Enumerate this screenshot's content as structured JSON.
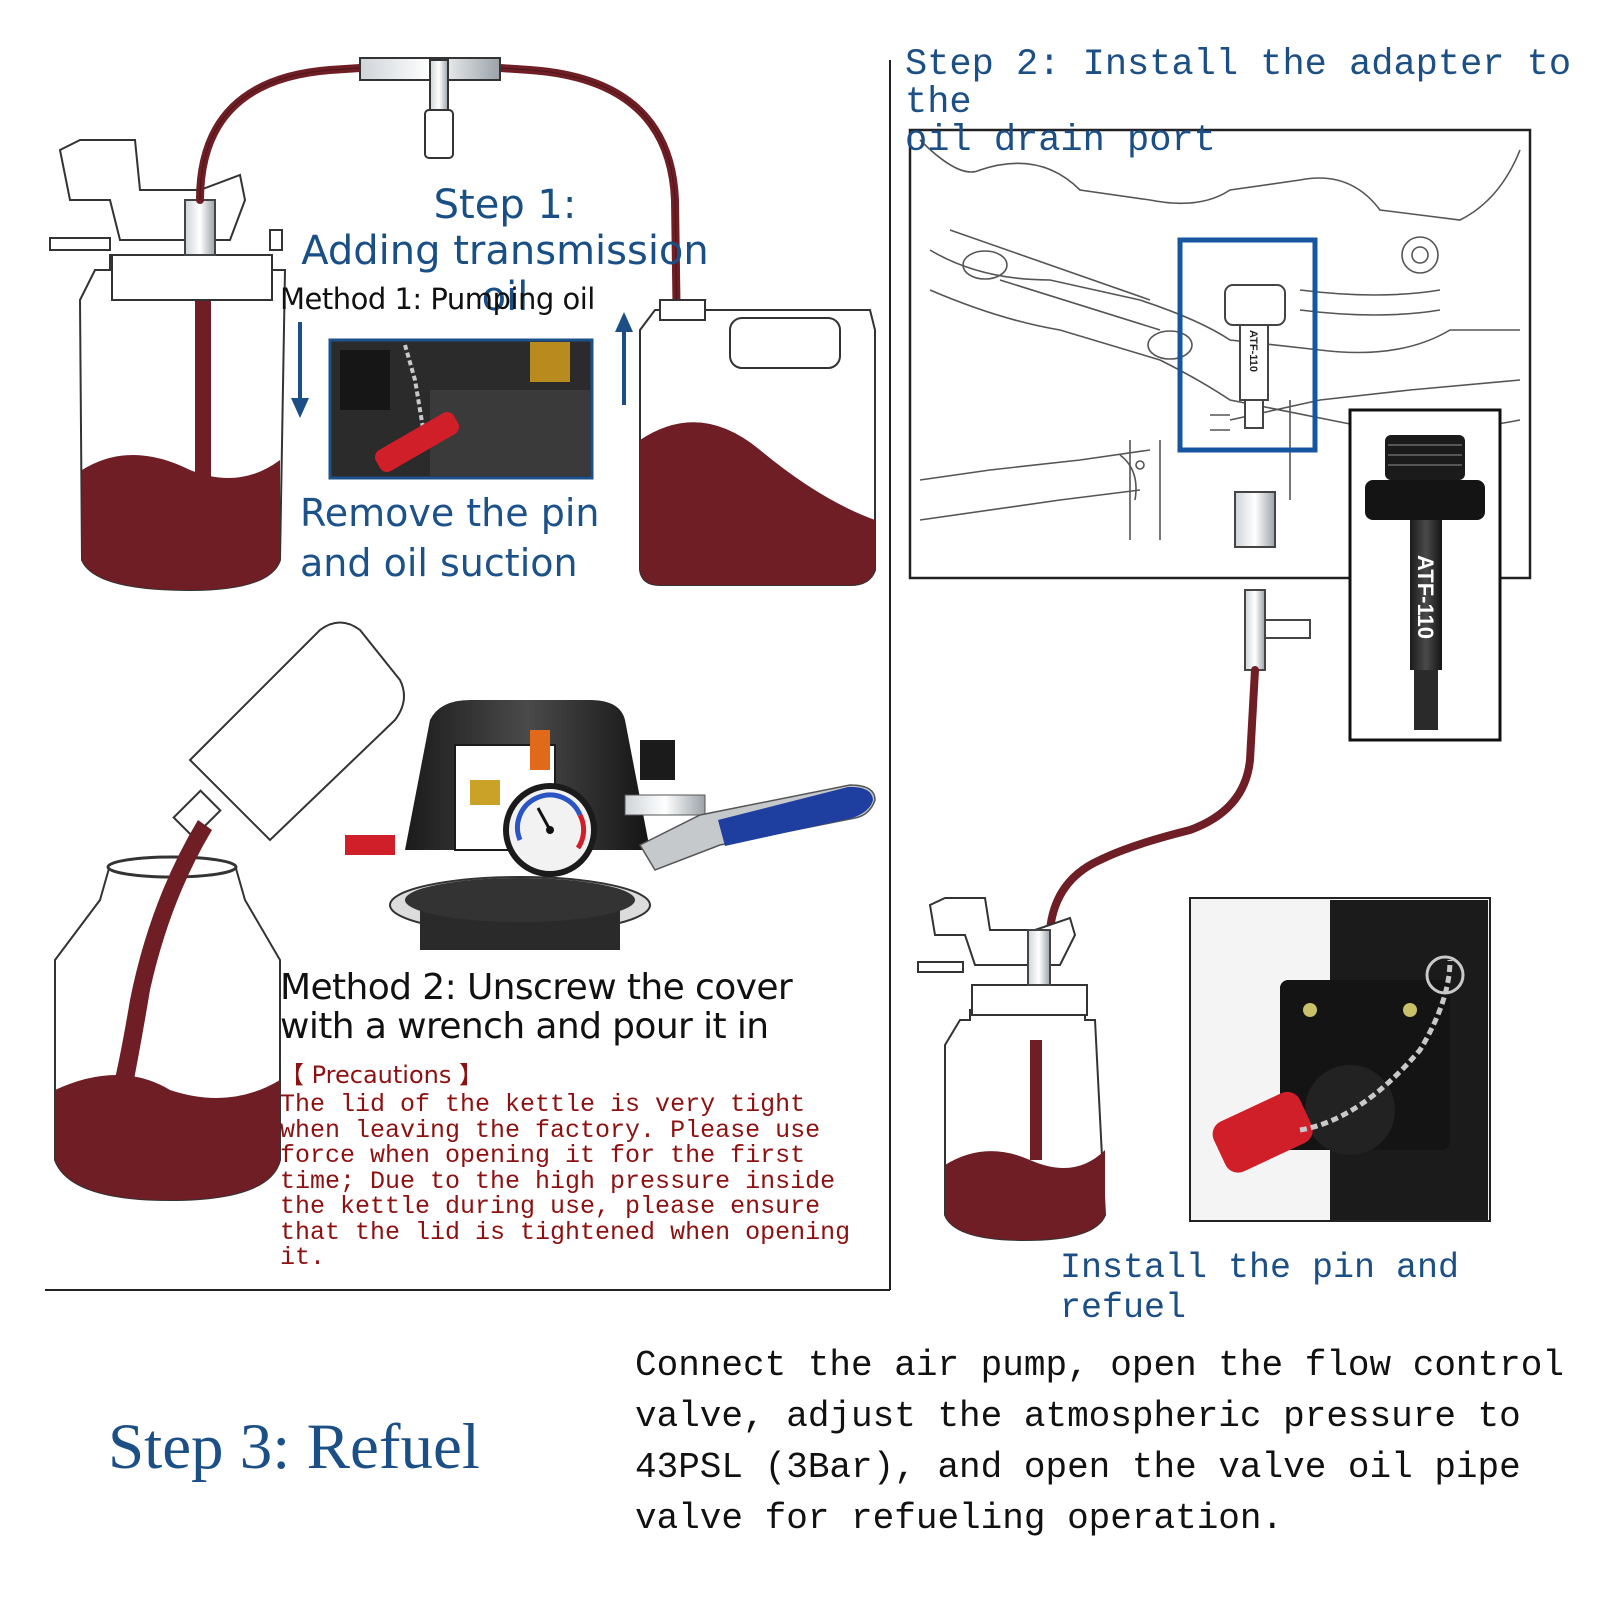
{
  "step1": {
    "title_line1": "Step 1:",
    "title_line2": "Adding transmission oil",
    "method1": "Method 1: Pumping oil",
    "remove_line1": "Remove the pin",
    "remove_line2": "and oil suction"
  },
  "step2": {
    "title_line1": "Step 2: Install the adapter to the",
    "title_line2": "oil drain port",
    "adapter_label": "ATF-110",
    "adapter_label_small": "ATF-110",
    "install_caption": "Install the pin and refuel"
  },
  "method2": {
    "line1": "Method 2: Unscrew the cover",
    "line2": "with a wrench and pour it in",
    "precautions_heading": "【 Precautions 】",
    "precautions_text": "The lid of the kettle is very tight when leaving the factory. Please use force when opening it for the first time; Due to the high pressure inside the kettle during use, please ensure that the lid is tightened when opening it."
  },
  "step3": {
    "title": "Step 3: Refuel",
    "text": "Connect the air pump, open the flow control valve, adjust the atmospheric pressure to 43PSL (3Bar), and open the valve oil pipe valve for refueling operation."
  },
  "colors": {
    "oil": "#6e1e24",
    "heading_blue": "#1b4f86",
    "precaution_red": "#8e1111",
    "frame_blue": "#1655a0",
    "wrench_blue": "#1f3fa0"
  },
  "icons": [
    "arrow-down-icon",
    "arrow-up-icon",
    "pin-closeup-photo",
    "adapter-photo",
    "pressure-gauge-icon",
    "wrench-icon",
    "engine-line-drawing"
  ]
}
